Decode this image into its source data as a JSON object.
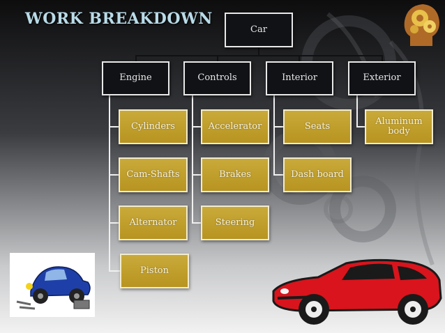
{
  "slide": {
    "title": "WORK BREAKDOWN"
  },
  "tree": {
    "root": "Car",
    "categories": [
      "Engine",
      "Controls",
      "Interior",
      "Exterior"
    ],
    "engine_items": [
      "Cylinders",
      "Cam-Shafts",
      "Alternator",
      "Piston"
    ],
    "controls_items": [
      "Accelerator",
      "Brakes",
      "Steering"
    ],
    "interior_items": [
      "Seats",
      "Dash board"
    ],
    "exterior_items": [
      "Aluminum body"
    ]
  },
  "images": {
    "logo": "gear-head-logo",
    "left": "car-repair-clipart",
    "right": "red-sports-car-clipart"
  },
  "colors": {
    "dark_box": "#111216",
    "gold_box": "#bf9f2c",
    "title_text": "#b9dbe8",
    "car_red": "#d9141c"
  }
}
